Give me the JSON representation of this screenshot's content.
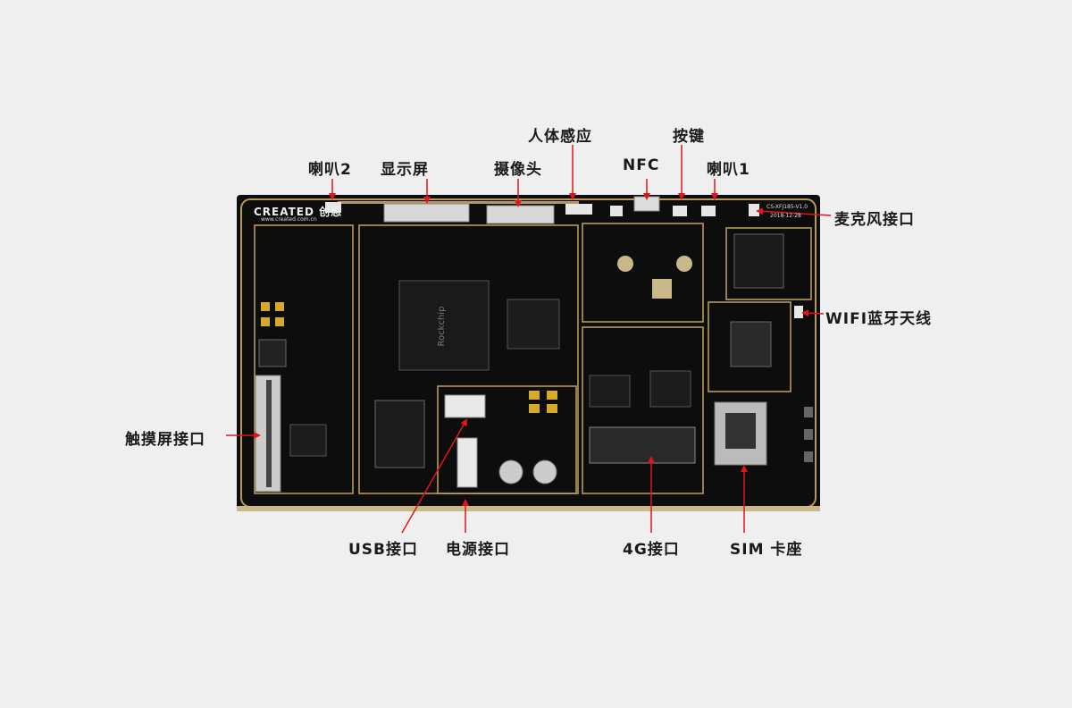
{
  "labels": {
    "speaker2": "喇叭2",
    "display": "显示屏",
    "camera": "摄像头",
    "body_sensor": "人体感应",
    "nfc": "NFC",
    "button": "按键",
    "speaker1": "喇叭1",
    "mic": "麦克风接口",
    "wifi_bt": "WIFI蓝牙天线",
    "touch": "触摸屏接口",
    "usb": "USB接口",
    "power": "电源接口",
    "g4": "4G接口",
    "sim": "SIM 卡座"
  },
  "board": {
    "logo": "CREATED 创思",
    "url": "www.created.com.cn",
    "model": "CS-XFJ185-V1.0",
    "date": "2018-12-28"
  },
  "colors": {
    "arrow": "#e0161b",
    "board": "#0d0d0d",
    "trace": "#b8995a",
    "background": "#efefef"
  }
}
